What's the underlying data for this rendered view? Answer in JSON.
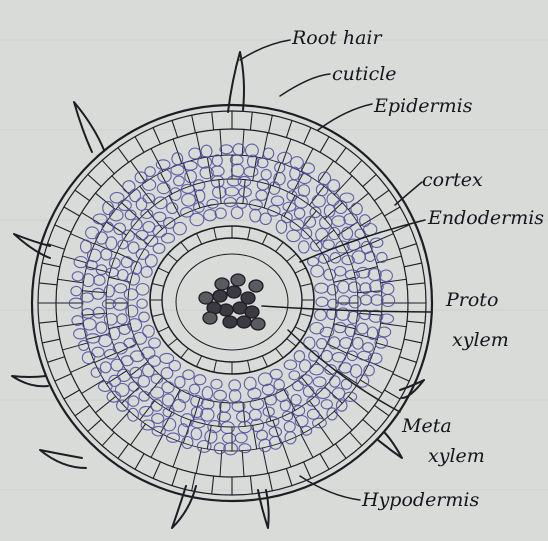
{
  "diagram": {
    "labels": {
      "root_hair": "Root hair",
      "cuticle": "cuticle",
      "epidermis": "Epidermis",
      "cortex": "cortex",
      "endodermis": "Endodermis",
      "protoxylem_1": "Proto",
      "protoxylem_2": "xylem",
      "metaxylem_1": "Meta",
      "metaxylem_2": "xylem",
      "hypodermis": "Hypodermis"
    },
    "colors": {
      "paper": "#d9dbd9",
      "ink": "#1d1d24",
      "blue_pen": "#4a4a9a"
    }
  }
}
